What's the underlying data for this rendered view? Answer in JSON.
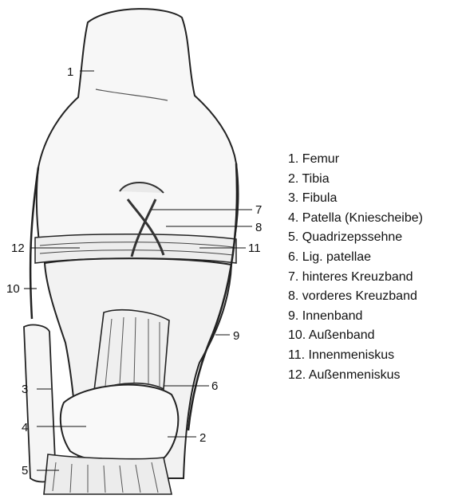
{
  "figure": {
    "callouts": [
      {
        "num": "1"
      },
      {
        "num": "2"
      },
      {
        "num": "3"
      },
      {
        "num": "4"
      },
      {
        "num": "5"
      },
      {
        "num": "6"
      },
      {
        "num": "7"
      },
      {
        "num": "8"
      },
      {
        "num": "9"
      },
      {
        "num": "10"
      },
      {
        "num": "11"
      },
      {
        "num": "12"
      }
    ]
  },
  "legend": {
    "items": [
      "1. Femur",
      "2. Tibia",
      "3. Fibula",
      "4. Patella (Kniescheibe)",
      "5. Quadrizepssehne",
      "6. Lig. patellae",
      "7. hinteres Kreuzband",
      "8. vorderes Kreuzband",
      "9. Innenband",
      "10. Außenband",
      "11. Innenmeniskus",
      "12. Außenmeniskus"
    ]
  }
}
